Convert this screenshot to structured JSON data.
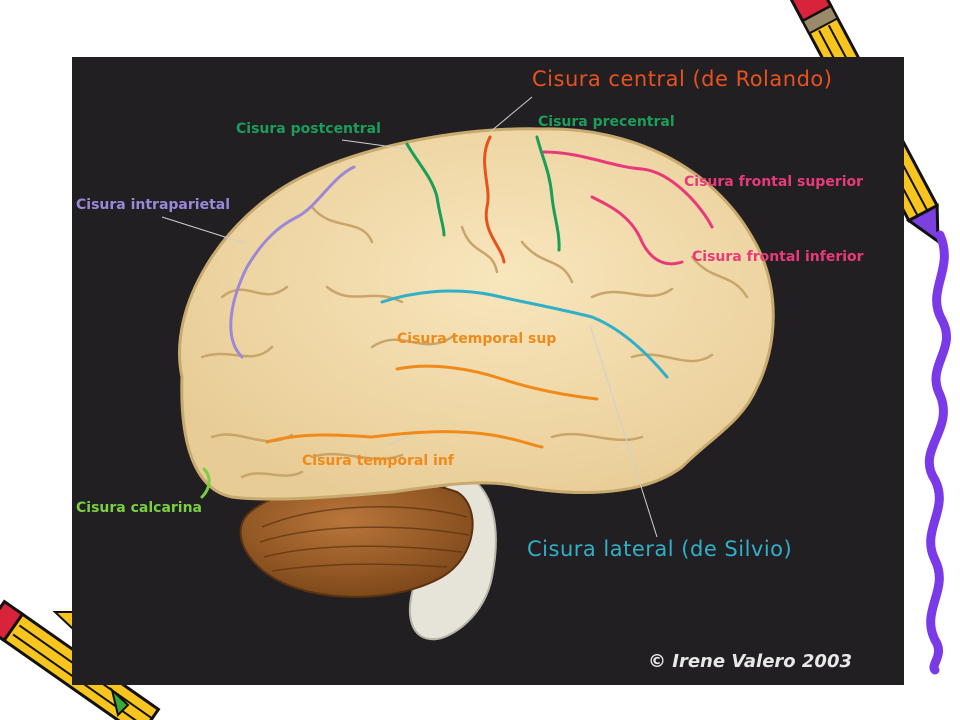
{
  "labels": {
    "central": "Cisura central (de Rolando)",
    "postcentral": "Cisura postcentral",
    "precentral": "Cisura precentral",
    "intraparietal": "Cisura intraparietal",
    "frontal_superior": "Cisura frontal superior",
    "frontal_inferior": "Cisura frontal inferior",
    "temporal_sup": "Cisura temporal sup",
    "temporal_inf": "Cisura temporal inf",
    "calcarina": "Cisura calcarina",
    "lateral": "Cisura lateral (de Silvio)"
  },
  "credit": "© Irene Valero 2003",
  "colors": {
    "central": "#e8521e",
    "postcentral": "#1a9e5a",
    "precentral": "#1a9e5a",
    "intraparietal": "#9a88d8",
    "frontal": "#e83a7a",
    "temporal": "#f08a1a",
    "calcarina": "#7ad040",
    "lateral": "#30b0c8"
  }
}
